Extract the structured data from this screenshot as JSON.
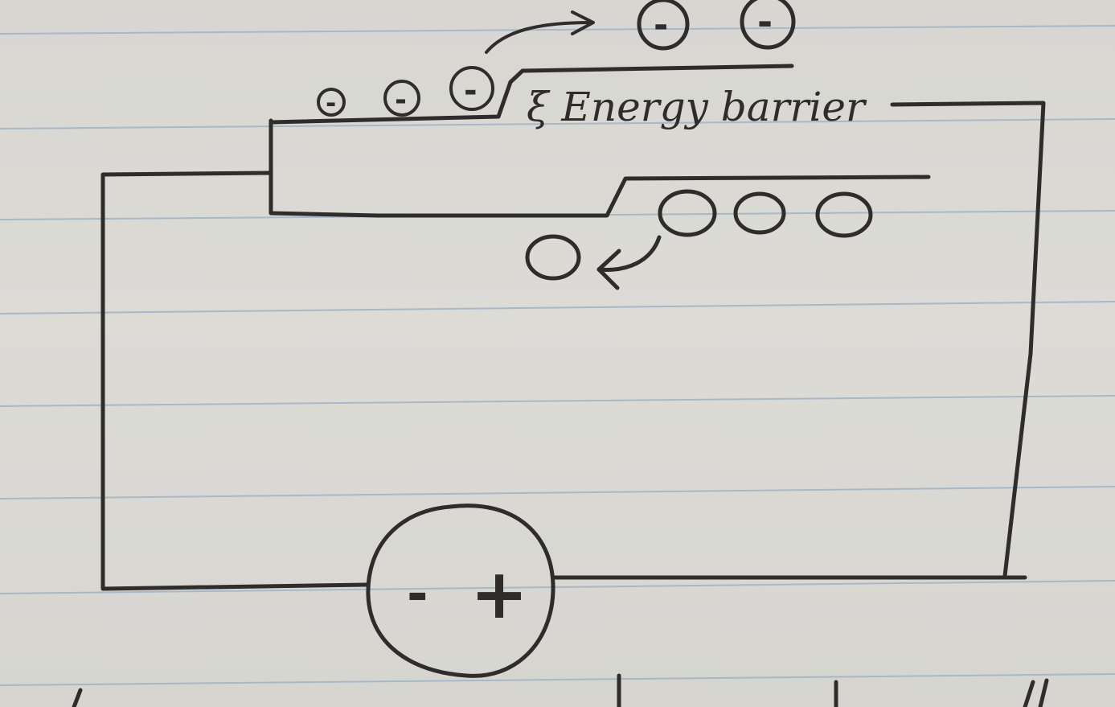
{
  "diagram": {
    "label": "ξ Energy barrier",
    "source_terminals": {
      "negative": "-",
      "positive": "+"
    },
    "electron_sign": "-",
    "electrons_before_barrier": 3,
    "electrons_after_barrier": 2,
    "holes_right": 3,
    "holes_left": 1
  },
  "colors": {
    "ink": "#2f2c2b",
    "paper": "#d9d8d3",
    "rule_lines": "#9fb3c7"
  }
}
